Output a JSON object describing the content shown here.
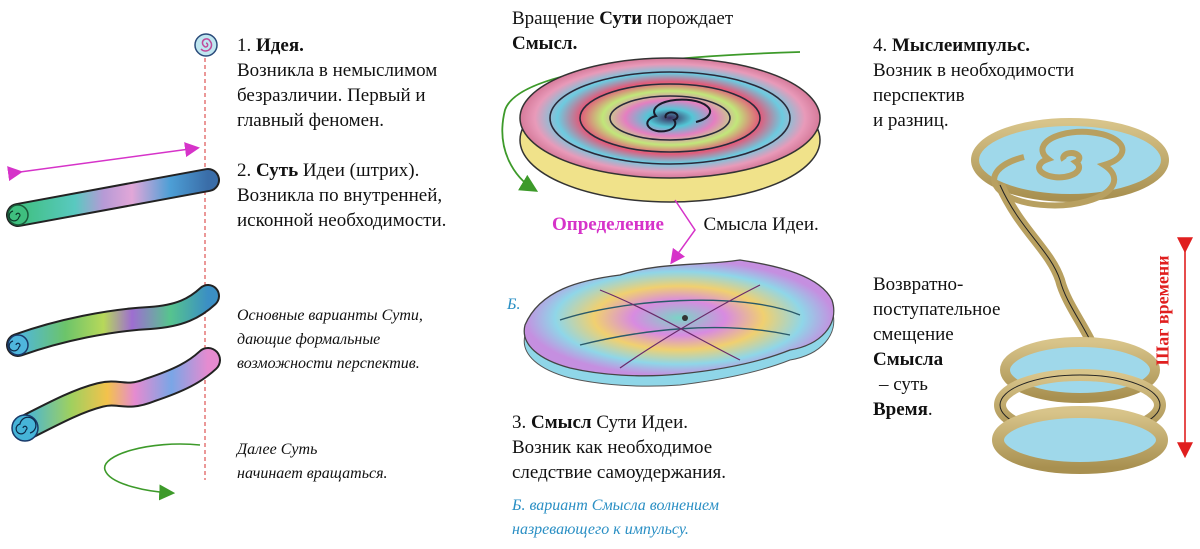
{
  "col1": {
    "idea_num": "1.",
    "idea_title": "Идея.",
    "idea_l1": "Возникла в немыслимом",
    "idea_l2": "безразличии. Первый и",
    "idea_l3": "главный феномен.",
    "essence_num": "2.",
    "essence_bold": "Суть",
    "essence_rest": "Идеи (штрих).",
    "essence_l1": "Возникла по внутренней,",
    "essence_l2": "исконной необходимости.",
    "variants_l1": "Основные варианты Сути,",
    "variants_l2": "дающие формальные",
    "variants_l3": "возможности перспектив.",
    "further_l1": "Далее Суть",
    "further_l2": "начинает вращаться."
  },
  "col2": {
    "rot_pre": "Вращение",
    "rot_bold": "Сути",
    "rot_post": "порождает",
    "rot_l2": "Смысл.",
    "definition": "Определение",
    "definition_rest": "Смысла Идеи.",
    "b_label": "Б.",
    "meaning_num": "3.",
    "meaning_bold": "Смысл",
    "meaning_rest": "Сути Идеи.",
    "meaning_l1": "Возник как необходимое",
    "meaning_l2": "следствие самоудержания.",
    "b_variant_l1": "Б. вариант Смысла волнением",
    "b_variant_l2": "назревающего к импульсу."
  },
  "col3": {
    "impulse_num": "4.",
    "impulse_bold": "Мыслеимпульс.",
    "impulse_l1": "Возник в необходимости",
    "impulse_l2": "перспектив",
    "impulse_l3": "и разниц.",
    "ret_l1": "Возвратно-",
    "ret_l2": "поступательное",
    "ret_l3": "смещение",
    "ret_l4": "Смысла",
    "ret_l5": "– суть",
    "ret_l6": "Время",
    "ret_l6_tail": ".",
    "time_step": "Шаг времени"
  },
  "colors": {
    "magenta": "#d633c9",
    "green": "#3d9a2a",
    "red": "#e01f1f",
    "blue_text": "#2a8fc4",
    "guide": "#e06060"
  }
}
